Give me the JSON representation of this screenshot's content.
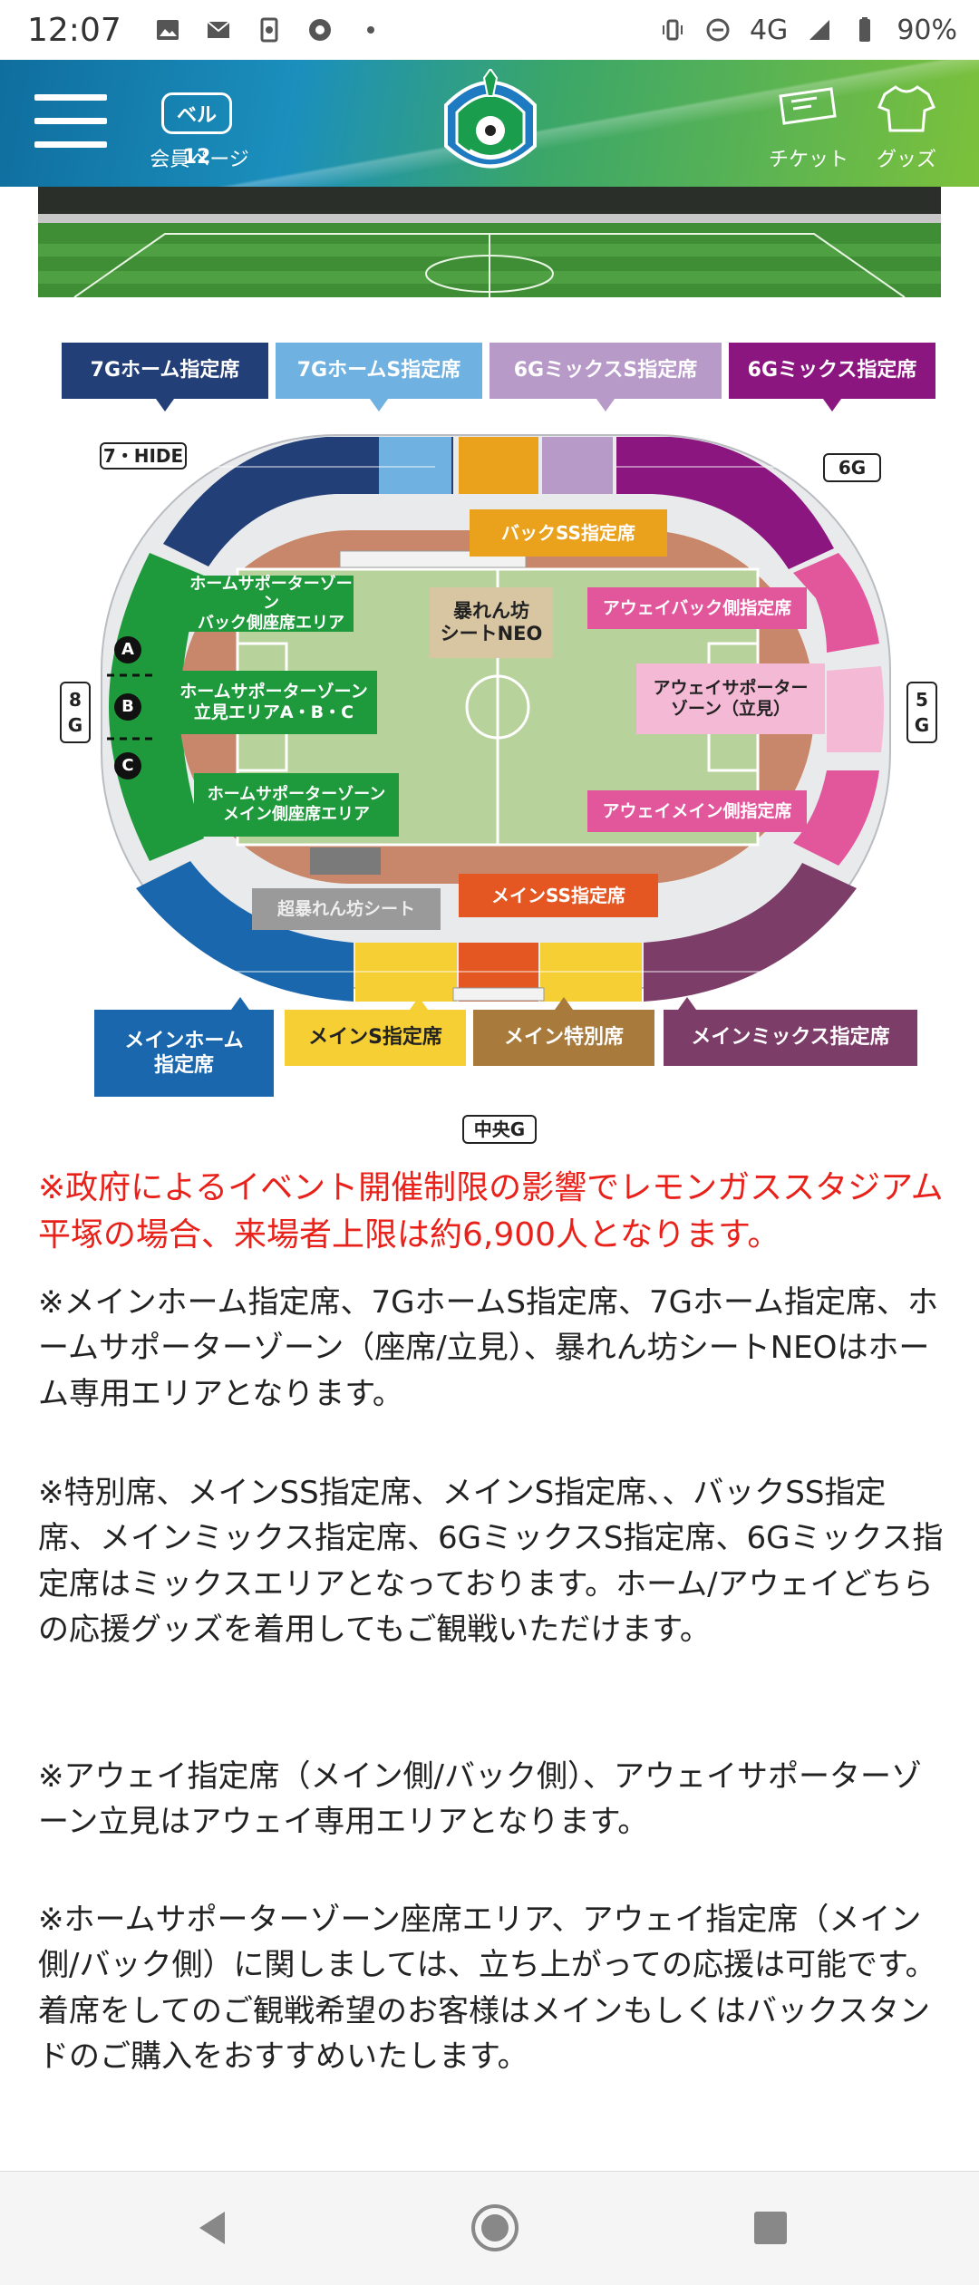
{
  "status": {
    "time": "12:07",
    "network": "4G",
    "battery": "90%"
  },
  "header": {
    "bell_badge": "ベル12",
    "member_label": "会員ページ",
    "ticket_label": "チケット",
    "goods_label": "グッズ"
  },
  "legend_top": [
    {
      "label": "7Gホーム指定席",
      "color": "#233f77"
    },
    {
      "label": "7GホームS指定席",
      "color": "#6fb1e0"
    },
    {
      "label": "6GミックスS指定席",
      "color": "#b79ac8"
    },
    {
      "label": "6Gミックス指定席",
      "color": "#8c1680"
    }
  ],
  "gates": {
    "g7": "7・HIDE",
    "g6": "6G",
    "g8": "8\nG",
    "g5": "5\nG",
    "center": "中央G"
  },
  "zones": {
    "back_ss": "バックSS指定席",
    "home_sup_back": "ホームサポーターゾーン\nバック側座席エリア",
    "abarenbo": "暴れん坊\nシートNEO",
    "away_back": "アウェイバック側指定席",
    "home_sup_stand": "ホームサポーターゾーン\n立見エリアA・B・C",
    "away_sup": "アウェイサポーター\nゾーン（立見）",
    "home_sup_main": "ホームサポーターゾーン\nメイン側座席エリア",
    "away_main": "アウェイメイン側指定席",
    "super_abarenbo": "超暴れん坊シート",
    "main_ss": "メインSS指定席",
    "stand_a": "A",
    "stand_b": "B",
    "stand_c": "C"
  },
  "legend_bottom": [
    {
      "label": "メインホーム\n指定席",
      "color": "#1a67ad"
    },
    {
      "label": "メインS指定席",
      "color": "#f5cf33"
    },
    {
      "label": "メイン特別席",
      "color": "#a87a3c"
    },
    {
      "label": "メインミックス指定席",
      "color": "#7c3e69"
    }
  ],
  "colors": {
    "home_blue": "#233f77",
    "home_s": "#6fb1e0",
    "mix_s": "#b79ac8",
    "mix": "#8c1680",
    "away_pink": "#e2569b",
    "away_light": "#f4b9d4",
    "home_green": "#1e9a3c",
    "back_ss": "#eaa21c",
    "main_ss": "#e45722",
    "abarenbo": "#d8c6a3"
  },
  "notice": "※政府によるイベント開催制限の影響でレモンガススタジアム平塚の場合、来場者上限は約6,900人となります。",
  "paragraphs": [
    "※メインホーム指定席、7GホームS指定席、7Gホーム指定席、ホームサポーターゾーン（座席/立見）、暴れん坊シートNEOはホーム専用エリアとなります。",
    "※特別席、メインSS指定席、メインS指定席、、バックSS指定席、メインミックス指定席、6GミックスS指定席、6Gミックス指定席はミックスエリアとなっております。ホーム/アウェイどちらの応援グッズを着用してもご観戦いただけます。",
    "※アウェイ指定席（メイン側/バック側）、アウェイサポーターゾーン立見はアウェイ専用エリアとなります。",
    "※ホームサポーターゾーン座席エリア、アウェイ指定席（メイン側/バック側）に関しましては、立ち上がっての応援は可能です。着席をしてのご観戦希望のお客様はメインもしくはバックスタンドのご購入をおすすめいたします。"
  ]
}
